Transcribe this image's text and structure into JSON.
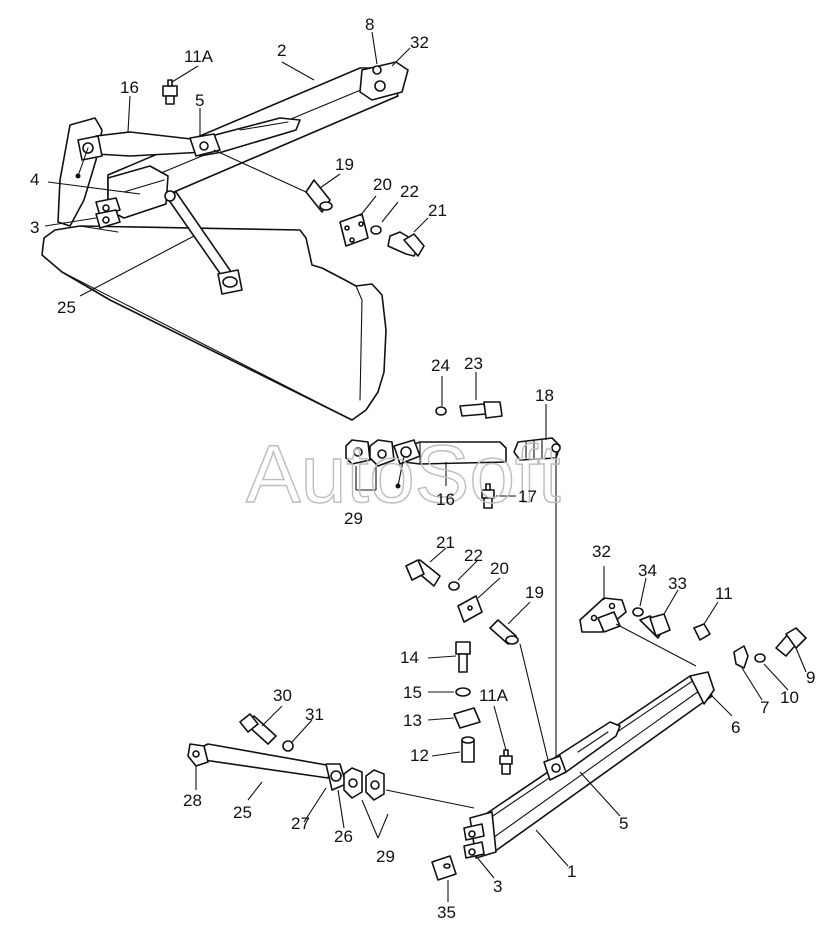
{
  "watermark": "AutoSoft",
  "callouts": {
    "c1": "1",
    "c2": "2",
    "c3a": "3",
    "c3b": "3",
    "c4": "4",
    "c5a": "5",
    "c5b": "5",
    "c6": "6",
    "c7": "7",
    "c8": "8",
    "c9": "9",
    "c10": "10",
    "c11": "11",
    "c11a_top": "11A",
    "c11a_bot": "11A",
    "c12": "12",
    "c13": "13",
    "c14": "14",
    "c15": "15",
    "c16a": "16",
    "c16b": "16",
    "c17": "17",
    "c18": "18",
    "c19a": "19",
    "c19b": "19",
    "c20a": "20",
    "c20b": "20",
    "c21a": "21",
    "c21b": "21",
    "c22a": "22",
    "c22b": "22",
    "c23": "23",
    "c24": "24",
    "c25a": "25",
    "c25b": "25",
    "c26": "26",
    "c27": "27",
    "c28": "28",
    "c29a": "29",
    "c29b": "29",
    "c30": "30",
    "c31": "31",
    "c32a": "32",
    "c32b": "32",
    "c33": "33",
    "c34": "34",
    "c35": "35"
  }
}
